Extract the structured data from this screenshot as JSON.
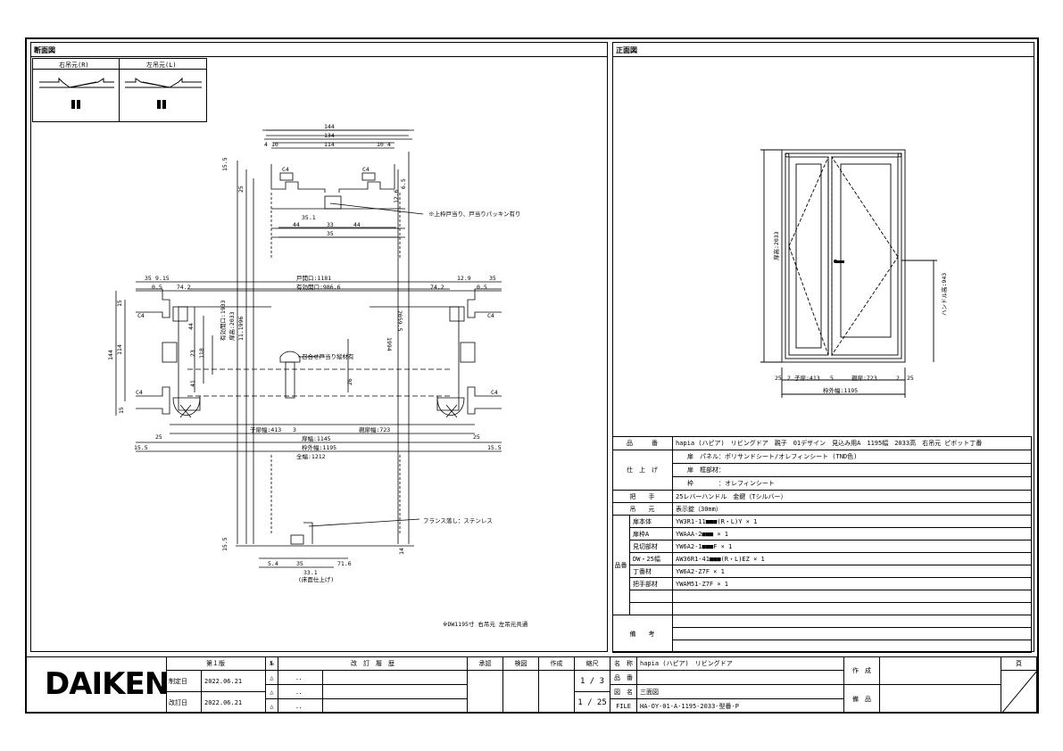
{
  "section_view": {
    "title": "断面図",
    "hinge_right_label": "右吊元(R)",
    "hinge_left_label": "左吊元(L)",
    "dims": {
      "top_144": "144",
      "top_134": "134",
      "top_114": "114",
      "top_4a": "4",
      "top_10a": "10",
      "top_10b": "10",
      "top_4b": "4",
      "c4_tl": "C4",
      "c4_tr": "C4",
      "v_15_5_top": "15.5",
      "v_25": "25",
      "v_12_6": "12.6",
      "v_6_5": "6.5",
      "d_35_1": "35.1",
      "d_44a": "44",
      "d_33": "33",
      "d_44b": "44",
      "d_35": "35",
      "d_9_15": "9.15",
      "d_0_5a": "0.5",
      "d_74_2a": "74.2",
      "frame_out": "戸開口:1181",
      "frame_in": "有効開口:986.6",
      "d_74_2b": "74.2",
      "d_12_9": "12.9",
      "d_0_5b": "0.5",
      "d_15a": "15",
      "c4_ml": "C4",
      "c4_mr": "C4",
      "v_144": "144",
      "v_114": "114",
      "v_44": "44",
      "v_23": "23",
      "v_118": "118",
      "v_41": "41",
      "v_26": "26",
      "c4_bl": "C4",
      "c4_br": "C4",
      "d_15b": "15",
      "d_25a": "25",
      "d_413": "子扉幅:413",
      "d_3": "3",
      "d_723": "親扉幅:723",
      "d_25b": "25",
      "d_1145": "扉幅:1145",
      "d_1195": "枠外幅:1195",
      "d_1212": "全幅:1212",
      "d_15_5a": "15.5",
      "d_15_5b": "15.5",
      "v_1994": "1994",
      "v_2059_5": "2059.5",
      "v_left_a": "有効開口:1933",
      "v_left_b": "扉高:2033",
      "v_left_c": "11.1996",
      "bot_5_4": "5.4",
      "bot_35": "35",
      "bot_71_6": "71.6",
      "bot_33_1": "33.1",
      "bot_note2": "(床面仕上げ)",
      "bot_14": "14",
      "v_15_5_b": "15.5"
    },
    "notes": {
      "packing": "※上枠戸当り、戸当りパッキン有り",
      "magnet": "召合せ戸当り縦材有",
      "flange": "フランス落し：ステンレス",
      "bottom_note": "※DW1195寸 右吊元 左吊元共通"
    }
  },
  "front_view": {
    "title": "正面図",
    "height_label": "扉高:2033",
    "handle_height_label": "ハンドル高:943",
    "dim_25a": "25",
    "dim_2a": "2",
    "dim_413": "子扉:413",
    "dim_5": "5",
    "dim_723": "親扉:723",
    "dim_2b": "2",
    "dim_25b": "25",
    "dim_1195": "枠外幅:1195"
  },
  "spec": {
    "rows": [
      {
        "label": "品　　　番",
        "value": "hapia (ハピア)　リビングドア　親子　01デザイン　見込み用A　1195幅　2033高　右吊元 ピボット丁番"
      },
      {
        "label": "仕　上　げ",
        "value": "扉　パネル：ポリサンドシート/オレフィンシート (TND色)"
      },
      {
        "label": "",
        "value": "扉　框部材："
      },
      {
        "label": "",
        "value": "枠　　　　：オレフィンシート"
      },
      {
        "label": "把　　手",
        "value": "25レバーハンドル　金鍵（Tシルバー）"
      },
      {
        "label": "吊　　元",
        "value": "表示錠（30mm）"
      }
    ],
    "parts_label": "品番",
    "parts": [
      {
        "name": "扉本体",
        "code": "YW3R1-11■■■(R・L)Y × 1"
      },
      {
        "name": "扉枠A",
        "code": "YWAAA-2■■■ × 1"
      },
      {
        "name": "見切部材",
        "code": "YW6A2-1■■■F × 1"
      },
      {
        "name": "DW・25幅",
        "code": "AW36R1-41■■■(R・L)EZ × 1"
      },
      {
        "name": "丁番材",
        "code": "YW6A2-Z7F × 1"
      },
      {
        "name": "把手部材",
        "code": "YWAM51-Z7F × 1"
      },
      {
        "name": "",
        "code": ""
      },
      {
        "name": "",
        "code": ""
      }
    ],
    "remarks_label": "備　　考"
  },
  "title_block": {
    "brand": "DAIKEN",
    "edition_header": "第１版",
    "created_label": "制定日",
    "created_date": "2022.06.21",
    "revised_label": "改訂日",
    "revised_date": "2022.06.21",
    "no_header": "№",
    "revision_header": "改　訂　履　歴",
    "rev_marks": [
      "△",
      "△",
      "△"
    ],
    "rev_dots": [
      "．．",
      "．．",
      "．．"
    ],
    "approve_header": "承認",
    "check_header": "検図",
    "draw_header": "作成",
    "scale_header": "縮尺",
    "scale_1": "1 / 3",
    "scale_2": "1 / 25",
    "name_label": "名　称",
    "name_value": "hapia (ハピア)　リビングドア",
    "part_no_label": "品　番",
    "drawing_label": "図　名",
    "drawing_value": "三面図",
    "file_label": "FILE",
    "file_value": "HA-OY-01-A-1195-2033-型番-P",
    "maker_label": "作　成",
    "spec_label": "備　品",
    "page_label": "頁"
  }
}
